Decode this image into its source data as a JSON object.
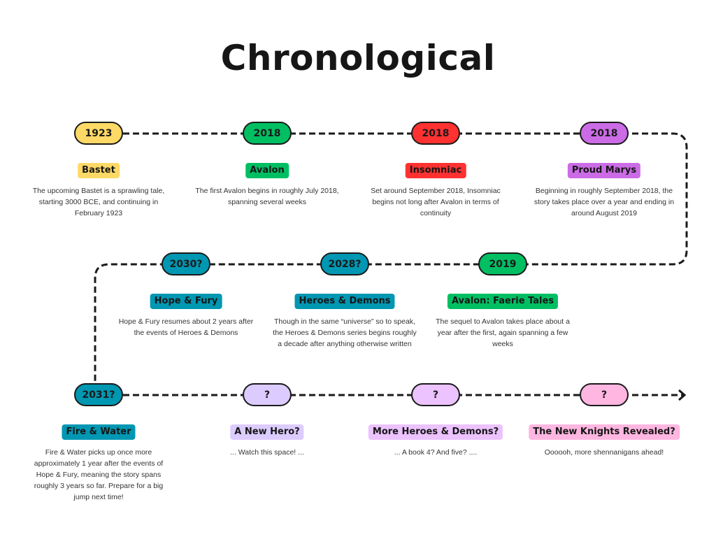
{
  "title": "Chronological",
  "colors": {
    "yellow": "#FFD966",
    "green": "#00BF63",
    "red": "#FF3131",
    "purple": "#CB6CE6",
    "teal": "#0097B2",
    "lavender": "#DCCBFF",
    "lilac": "#ECC2FF",
    "pink": "#FFB6E1",
    "line": "#1a1a1a"
  },
  "timeline": [
    {
      "date": "1923",
      "title": "Bastet",
      "color": "yellow",
      "description": "The upcoming Bastet is a sprawling tale, starting 3000 BCE, and continuing in February 1923"
    },
    {
      "date": "2018",
      "title": "Avalon",
      "color": "green",
      "description": "The first Avalon begins in roughly July 2018, spanning several weeks"
    },
    {
      "date": "2018",
      "title": "Insomniac",
      "color": "red",
      "description": "Set around September 2018, Insomniac begins not long after Avalon in terms of continuity"
    },
    {
      "date": "2018",
      "title": "Proud Marys",
      "color": "purple",
      "description": "Beginning in roughly September 2018, the story takes place over a year and ending in around August 2019"
    },
    {
      "date": "2019",
      "title": "Avalon: Faerie Tales",
      "color": "green",
      "description": "The sequel to Avalon takes place about a year after the first, again spanning a few weeks"
    },
    {
      "date": "2028?",
      "title": "Heroes & Demons",
      "color": "teal",
      "description": "Though in the same “universe” so to speak, the Heroes & Demons series begins roughly a decade after anything otherwise written"
    },
    {
      "date": "2030?",
      "title": "Hope & Fury",
      "color": "teal",
      "description": "Hope & Fury resumes about 2 years after the events of Heroes & Demons"
    },
    {
      "date": "2031?",
      "title": "Fire & Water",
      "color": "teal",
      "description": "Fire & Water picks up once more approximately 1 year after the events of Hope & Fury, meaning the story spans roughly 3 years so far. Prepare for a big jump next time!"
    },
    {
      "date": "?",
      "title": "A New Hero?",
      "color": "lavender",
      "description": "... Watch this space! ..."
    },
    {
      "date": "?",
      "title": "More Heroes & Demons?",
      "color": "lilac",
      "description": "... A book 4? And five? ...."
    },
    {
      "date": "?",
      "title": "The New Knights Revealed?",
      "color": "pink",
      "description": "Oooooh, more shennanigans ahead!"
    }
  ]
}
